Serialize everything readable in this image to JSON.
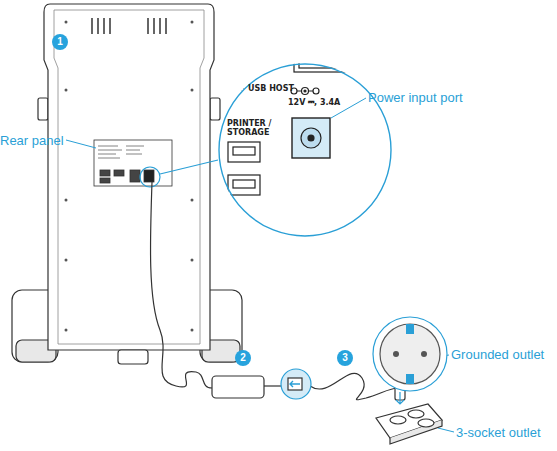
{
  "diagram": {
    "nodes": [
      {
        "text": [
          "USB HOST",
          "PRINTER / STORAGE",
          "12V ⎓, 3.4A"
        ]
      }
    ],
    "labels": [
      "1",
      "Rear panel",
      "Power input port",
      "2",
      "3",
      "Grounded outlet",
      "3-socket outlet"
    ]
  }
}
